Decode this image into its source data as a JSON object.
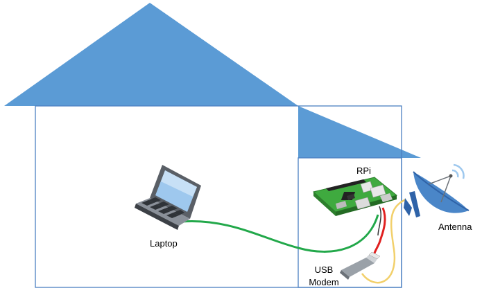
{
  "labels": {
    "laptop": "Laptop",
    "rpi": "RPi",
    "antenna": "Antenna",
    "usb_modem_line1": "USB",
    "usb_modem_line2": "Modem"
  },
  "colors": {
    "roof": "#5b9bd5",
    "walls": "#4a7fc1",
    "ethernet_cable": "#22a84a",
    "power_cable": "#e02020",
    "antenna_cable": "#f2d06b",
    "board": "#3faa3f",
    "dish": "#4a86c8"
  }
}
